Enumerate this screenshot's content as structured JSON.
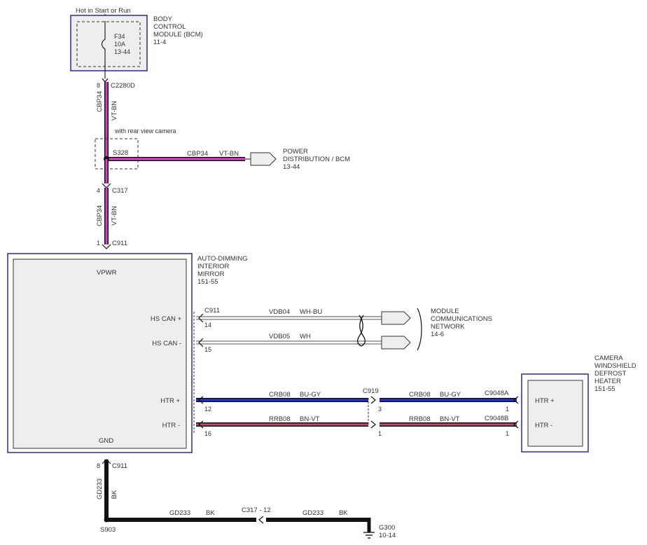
{
  "top_note": "Hot in Start or Run",
  "bcm": {
    "title_lines": [
      "BODY",
      "CONTROL",
      "MODULE (BCM)",
      "11-4"
    ],
    "fuse_lines": [
      "F34",
      "10A",
      "13-44"
    ]
  },
  "upper_wire": {
    "pin": "8",
    "connector": "C2280D",
    "circuit": "CBP34",
    "color": "VT-BN"
  },
  "camera_note": "with rear view camera",
  "splice_s328": {
    "label": "S328",
    "branch_circuit": "CBP34",
    "branch_color": "VT-BN"
  },
  "power_dist": {
    "lines": [
      "POWER",
      "DISTRIBUTION / BCM",
      "13-44"
    ]
  },
  "c317": {
    "pin": "4",
    "connector": "C317"
  },
  "middle_wire": {
    "circuit": "CBP34",
    "color": "VT-BN"
  },
  "c911_top": {
    "pin": "1",
    "connector": "C911"
  },
  "mirror": {
    "title_lines": [
      "AUTO-DIMMING",
      "INTERIOR",
      "MIRROR",
      "151-55"
    ],
    "vpwr": "VPWR",
    "gnd": "GND",
    "pins": [
      {
        "label": "HS CAN +",
        "pin": "14"
      },
      {
        "label": "HS CAN -",
        "pin": "15"
      },
      {
        "label": "HTR +",
        "pin": "12"
      },
      {
        "label": "HTR -",
        "pin": "16"
      }
    ],
    "connector": "C911"
  },
  "can_wires": [
    {
      "circuit": "VDB04",
      "color": "WH-BU"
    },
    {
      "circuit": "VDB05",
      "color": "WH"
    }
  ],
  "mcn": {
    "lines": [
      "MODULE",
      "COMMUNICATIONS",
      "NETWORK",
      "14-6"
    ]
  },
  "htr_wires": {
    "left": [
      {
        "circuit": "CRB08",
        "color": "BU-GY"
      },
      {
        "circuit": "RRB08",
        "color": "BN-VT"
      }
    ],
    "right": [
      {
        "circuit": "CRB08",
        "color": "BU-GY"
      },
      {
        "circuit": "RRB08",
        "color": "BN-VT"
      }
    ],
    "c919": "C919",
    "c919_pins": [
      "3",
      "1"
    ],
    "far_connectors": [
      "C9048A",
      "C9048B"
    ],
    "far_pins": [
      "1",
      "1"
    ]
  },
  "camera_heater": {
    "title_lines": [
      "CAMERA",
      "WINDSHIELD",
      "DEFROST",
      "HEATER",
      "151-55"
    ],
    "pins": [
      "HTR +",
      "HTR -"
    ]
  },
  "ground": {
    "c911_pin": "8",
    "c911_connector": "C911",
    "vertical_circuit": "GD233",
    "vertical_color": "BK",
    "splice": "S903",
    "left_circuit": "GD233",
    "left_color": "BK",
    "inline_connector": "C317 - 12",
    "right_circuit": "GD233",
    "right_color": "BK",
    "ground_label": "G300",
    "ground_page": "10-14"
  },
  "colors": {
    "vt_bn": "#e040d0",
    "bu_gy": "#2233dd",
    "bn_vt": "#c04a6a",
    "module_border": "#2a2a9a",
    "module_fill": "#eeeeee",
    "wire_dark": "#111111"
  }
}
